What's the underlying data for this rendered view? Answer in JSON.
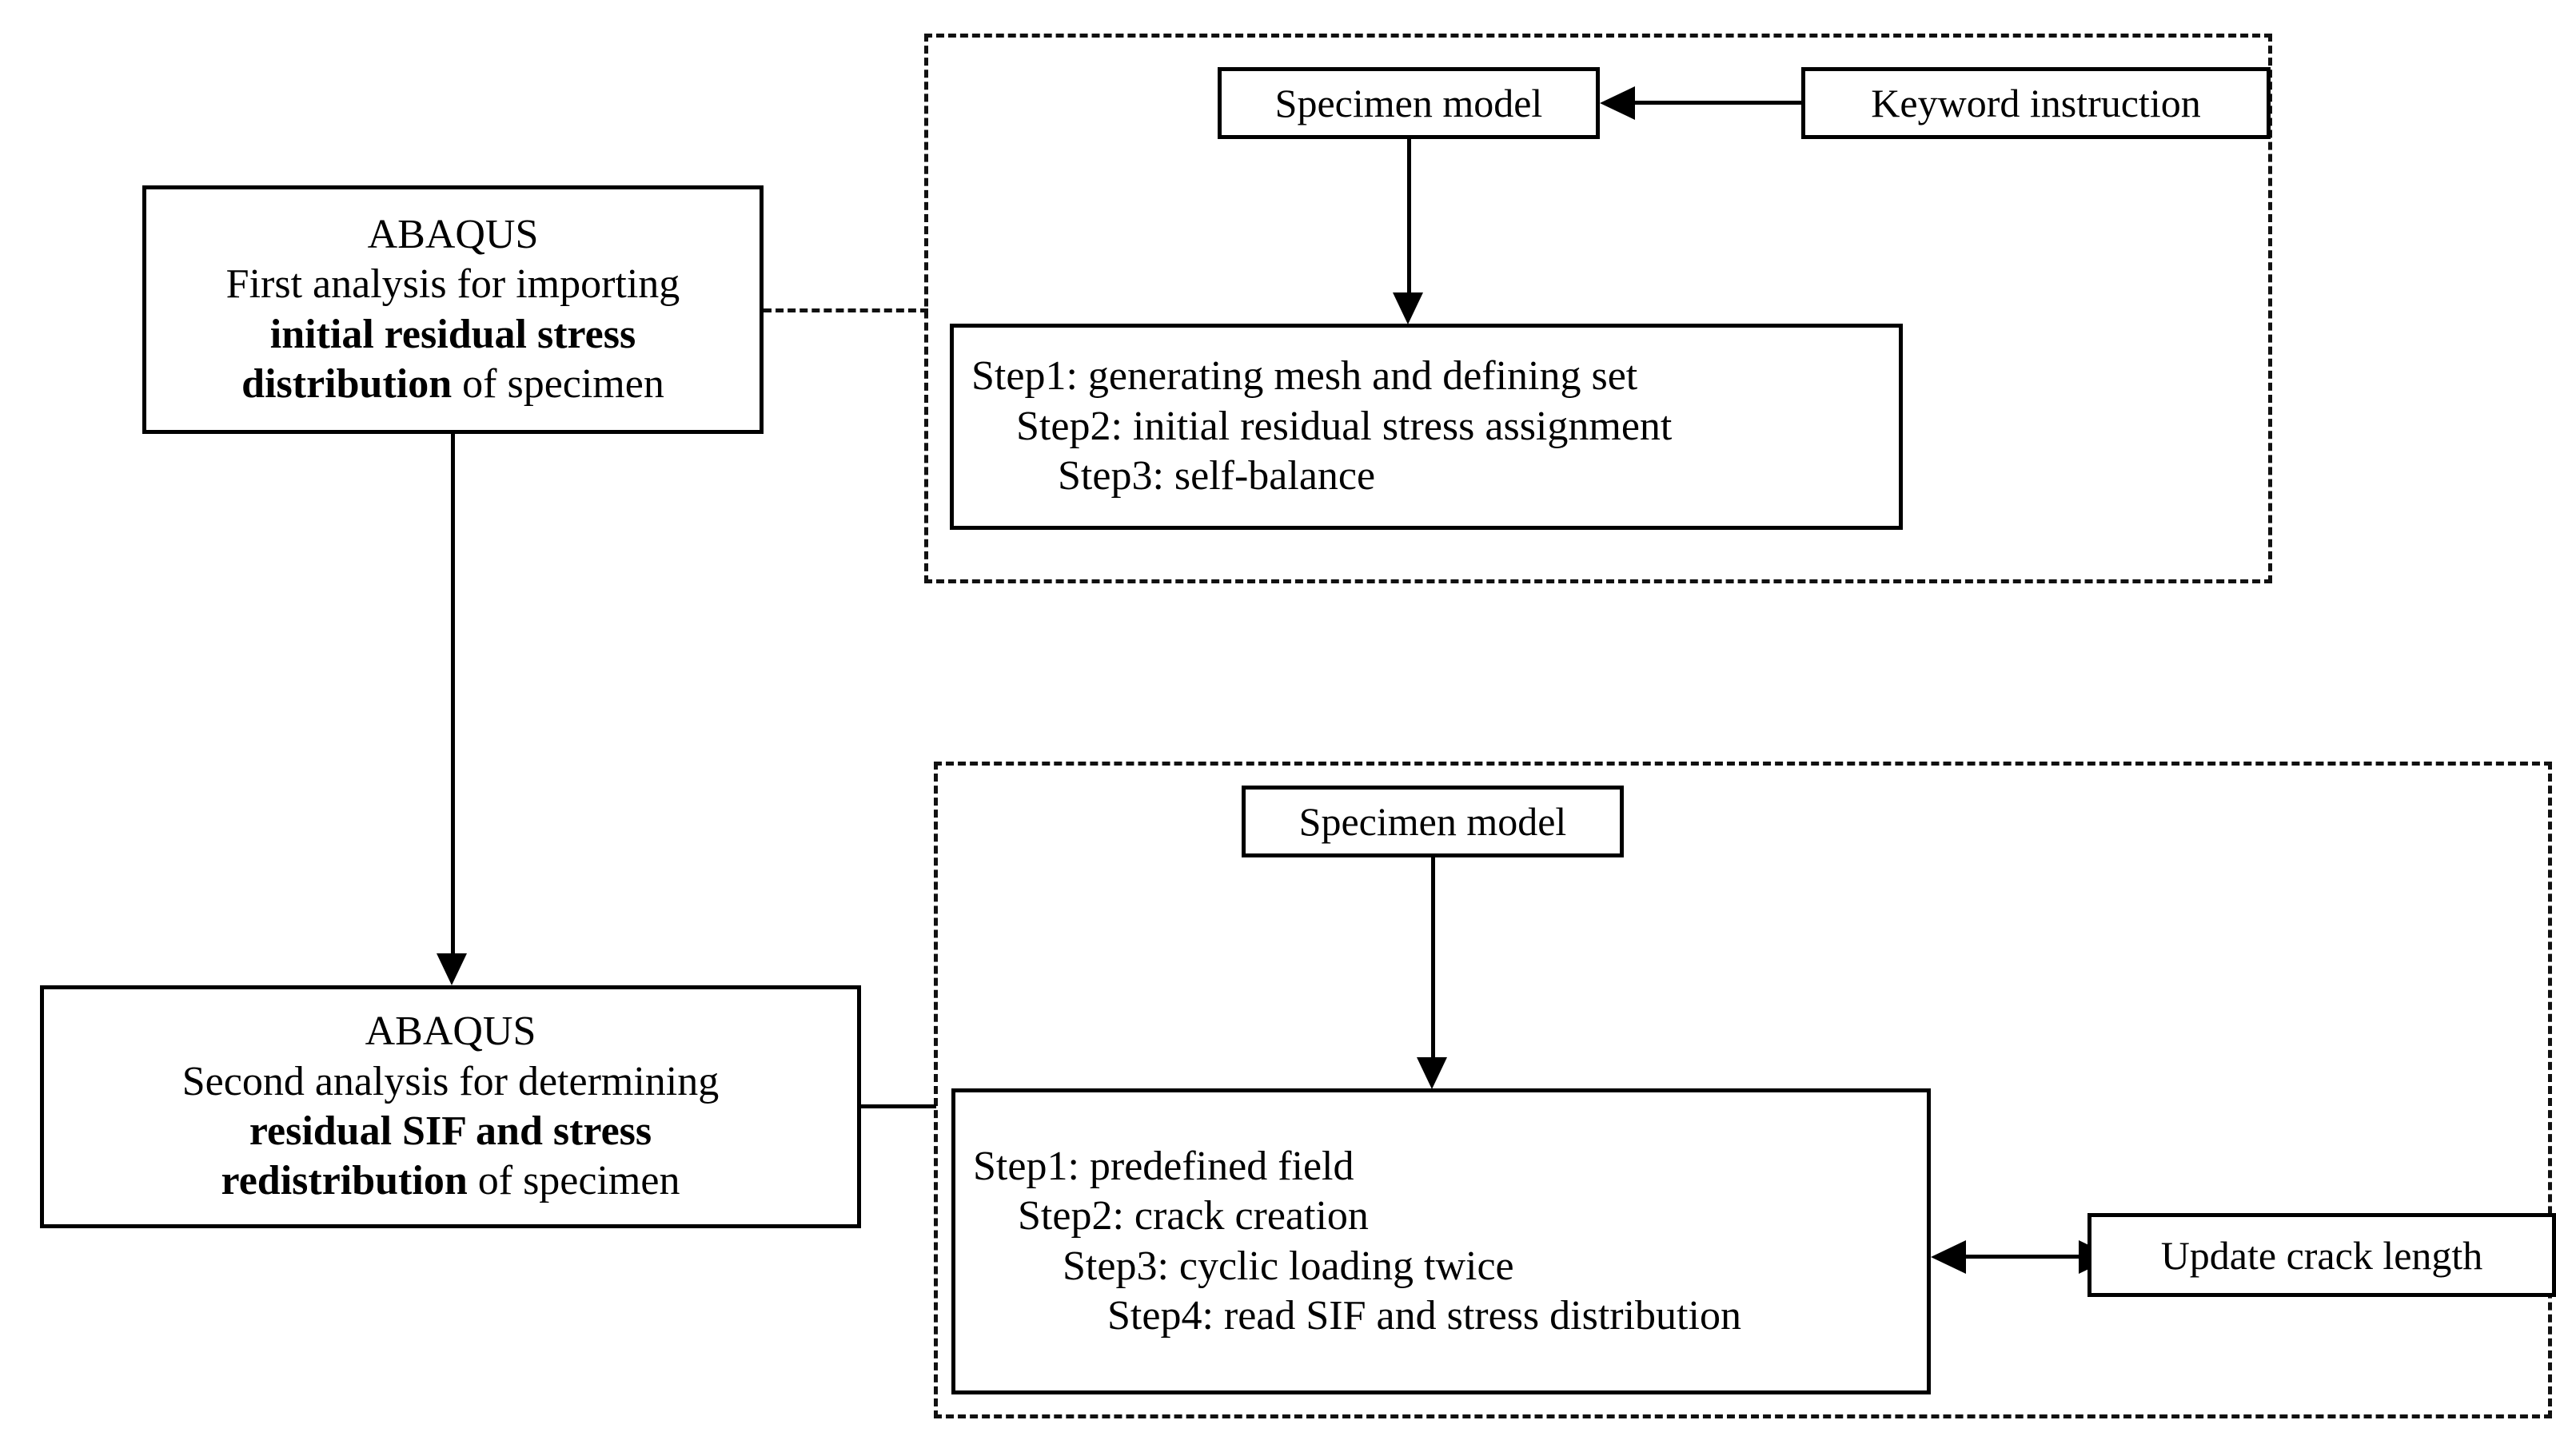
{
  "figure": {
    "type": "flowchart",
    "title": "ABAQUS two-stage residual stress and SIF simulation workflow"
  },
  "nodes": {
    "abaqus_first": {
      "line1": "ABAQUS",
      "line2": "First analysis for importing",
      "line3_bold": "initial residual stress",
      "line4_bold": "distribution",
      "line4_tail": " of specimen"
    },
    "abaqus_second": {
      "line1": "ABAQUS",
      "line2": "Second analysis for determining",
      "line3_bold": "residual SIF and stress",
      "line4_bold": "redistribution",
      "line4_tail": " of specimen"
    },
    "specimen_model_top": {
      "label": "Specimen model"
    },
    "specimen_model_bottom": {
      "label": "Specimen model"
    },
    "keyword_instruction": {
      "label": "Keyword instruction"
    },
    "update_crack_length": {
      "label": "Update crack length"
    },
    "steps_first": {
      "step1": "Step1: generating mesh and defining set",
      "step2": "Step2: initial residual stress assignment",
      "step3": "Step3: self-balance"
    },
    "steps_second": {
      "step1": "Step1: predefined field",
      "step2": "Step2: crack creation",
      "step3": "Step3: cyclic loading twice",
      "step4": "Step4: read SIF and stress distribution"
    }
  },
  "colors": {
    "stroke": "#000000",
    "dashed_stroke": "#111111",
    "background": "#ffffff"
  }
}
